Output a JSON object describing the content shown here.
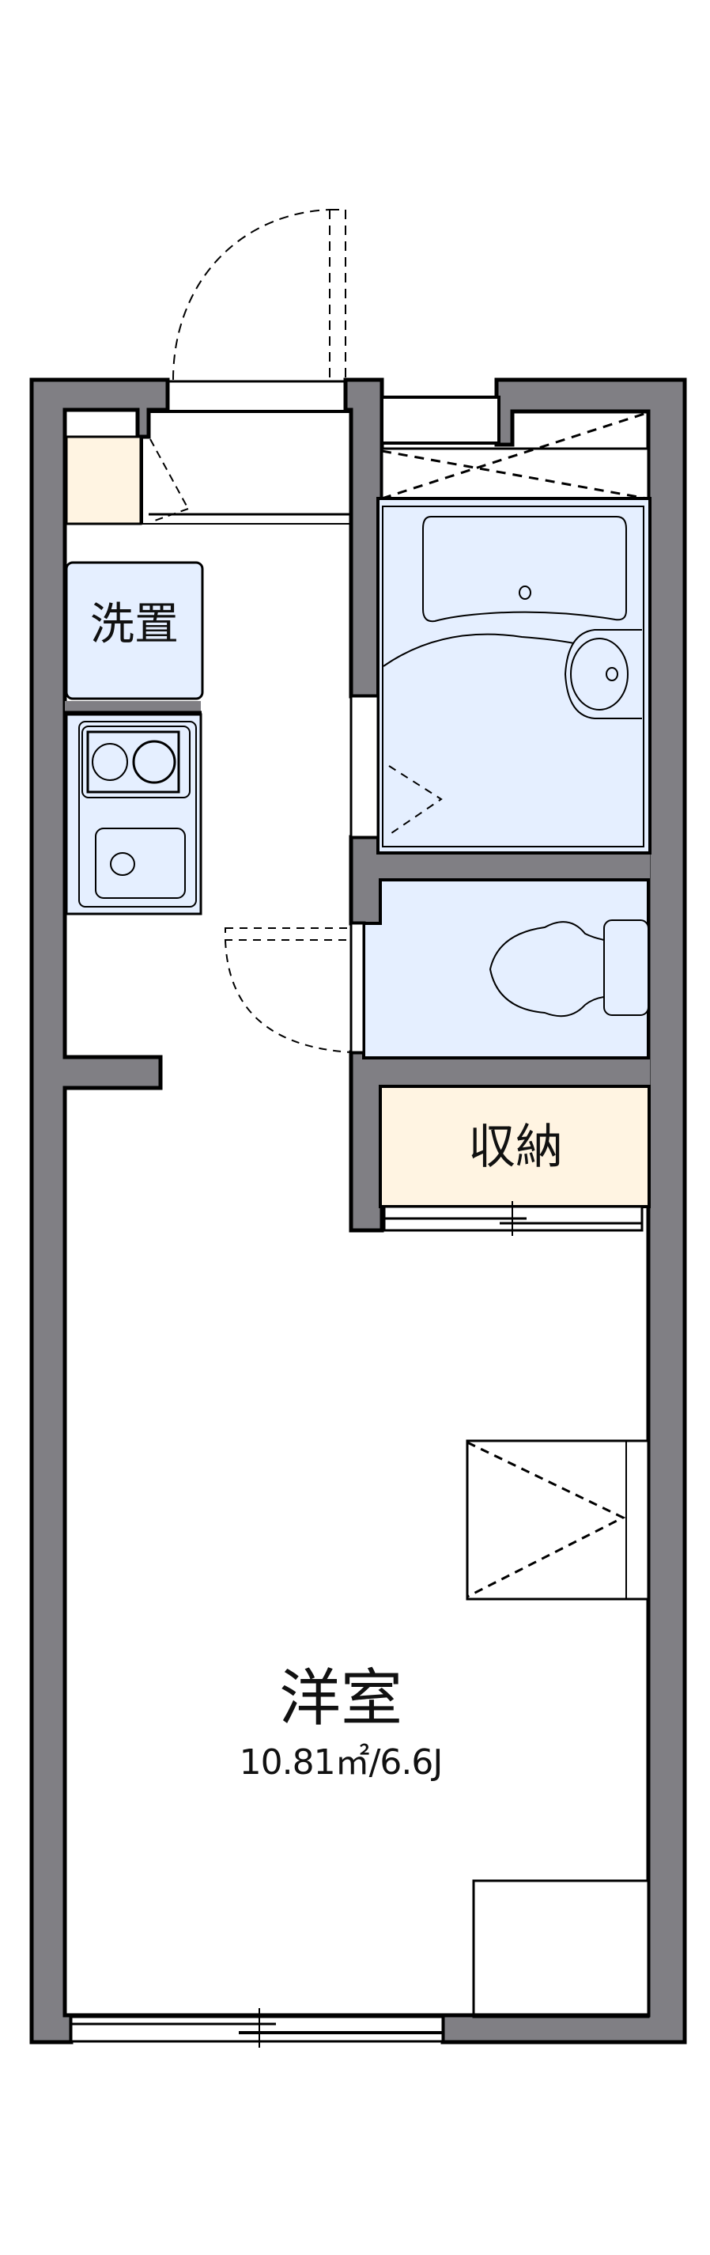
{
  "floorplan": {
    "rooms": {
      "western_room": {
        "label": "洋室",
        "area": "10.81㎡/6.6J"
      },
      "storage": {
        "label": "収納"
      },
      "washer_space": {
        "label": "洗置"
      }
    },
    "fixtures": [
      "entrance-door",
      "shoe-box",
      "washing-machine-space",
      "kitchen-stove",
      "kitchen-sink",
      "unit-bath",
      "bathtub",
      "wash-basin",
      "toilet",
      "storage-closet",
      "sliding-window",
      "balcony-window"
    ]
  },
  "colors": {
    "wall": "#807f84",
    "wet_area": "#e5efff",
    "storage": "#fff4e2",
    "line": "#000000",
    "background": "#ffffff"
  }
}
